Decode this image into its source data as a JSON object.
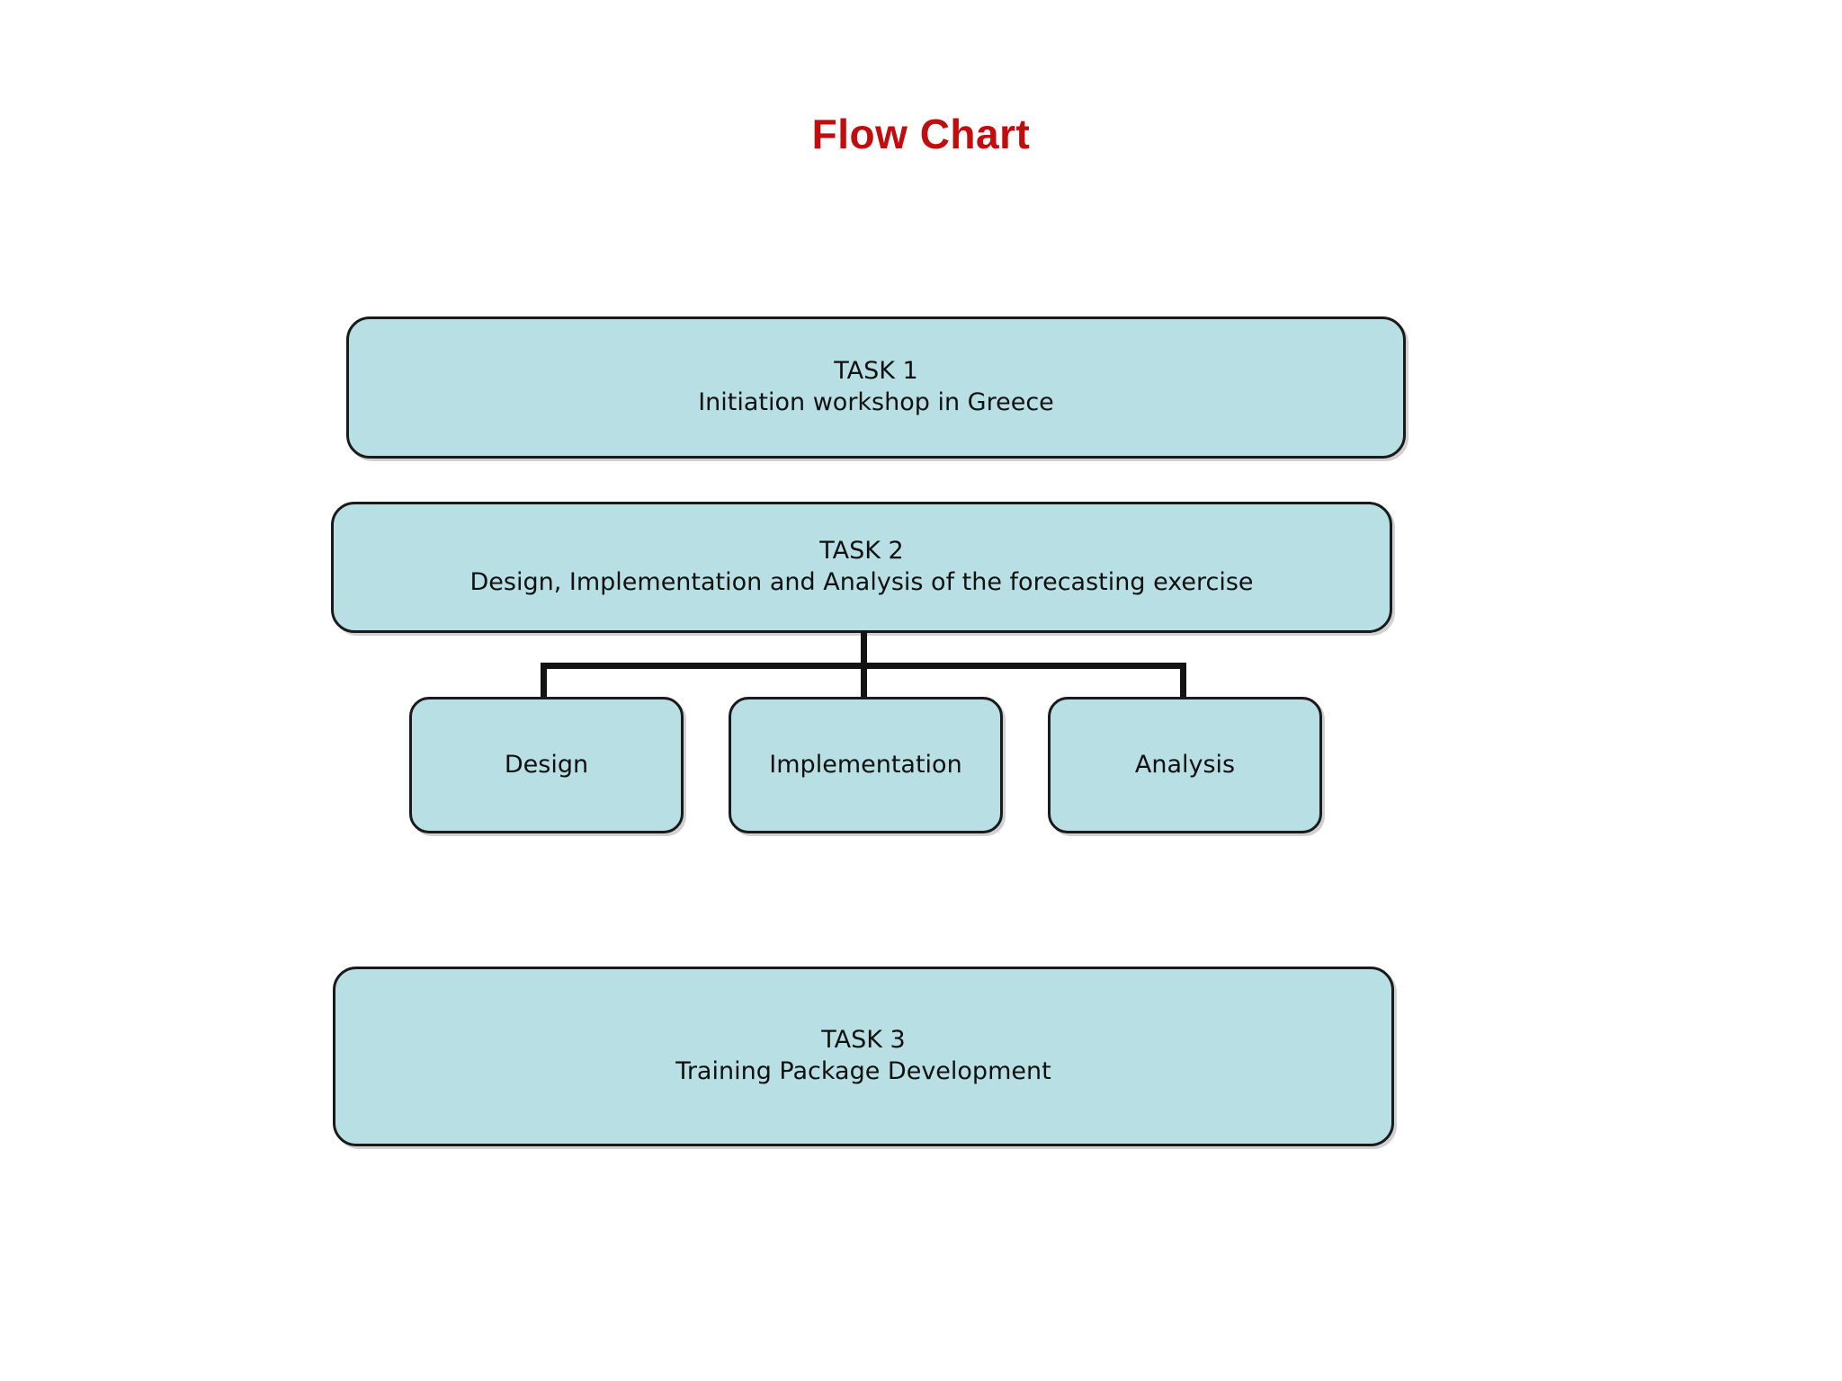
{
  "page": {
    "title": "Flow Chart",
    "title_color": "#c00d0d",
    "background_color": "#ffffff"
  },
  "theme": {
    "node_fill": "#b8dfe4",
    "node_border": "#1a1a1a",
    "connector_color": "#131313",
    "text_color": "#101010"
  },
  "diagram": {
    "nodes": {
      "task1": {
        "line1": "TASK 1",
        "line2": "Initiation workshop in Greece",
        "text": "TASK 1\nInitiation workshop in Greece"
      },
      "task2": {
        "line1": "TASK 2",
        "line2": "Design, Implementation and Analysis of the forecasting exercise",
        "text": "TASK 2\nDesign, Implementation and Analysis of the forecasting exercise"
      },
      "subtask_design": {
        "text": "Design"
      },
      "subtask_implementation": {
        "text": "Implementation"
      },
      "subtask_analysis": {
        "text": "Analysis"
      },
      "task3": {
        "line1": "TASK 3",
        "line2": "Training Package Development",
        "text": "TASK 3\nTraining Package Development"
      }
    },
    "connector_labels": {
      "task2_to_children": ""
    }
  }
}
